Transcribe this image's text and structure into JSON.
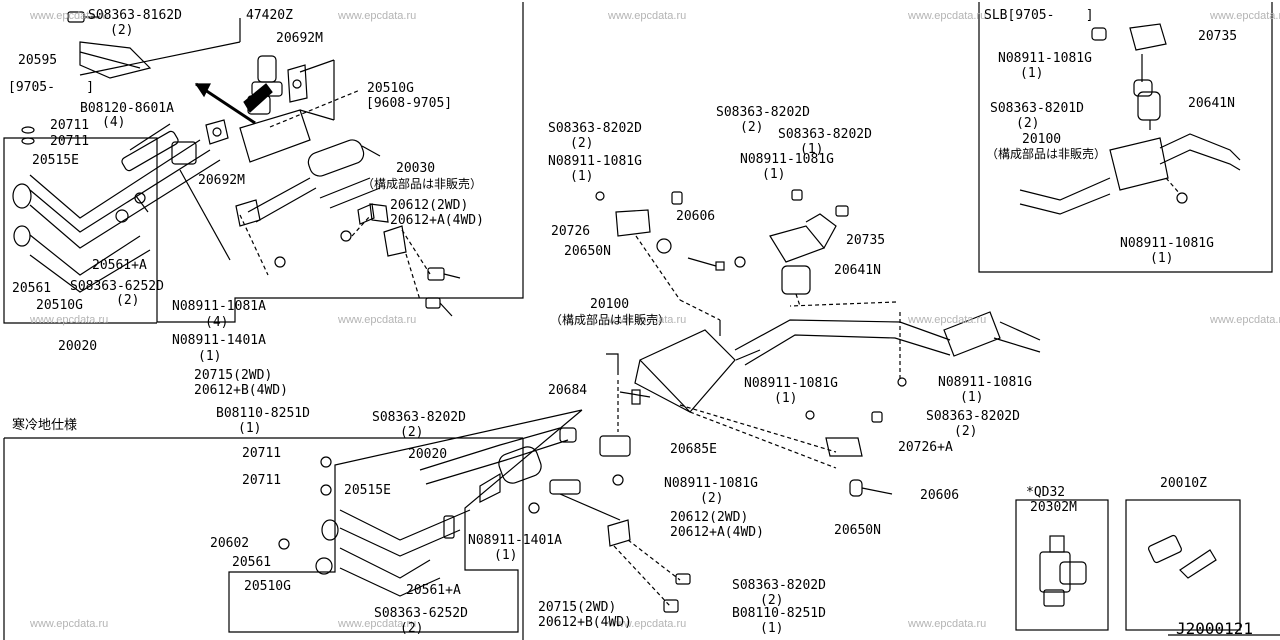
{
  "watermark": "www.epcdata.ru",
  "diagram_code": "J2000121",
  "region_notes": {
    "cold": "寒冷地仕様",
    "sl": "SLB[9705-    ]",
    "qd": "*QD32",
    "range_a": "[9705-    ]",
    "range_b": "[9608-9705]",
    "not_sold_1": "（構成部品は非販売）",
    "not_sold_2": "（構成部品は非販売）",
    "not_sold_3": "（構成部品は非販売）"
  },
  "labels": {
    "s_08363_8162D": "S08363-8162D",
    "qty_2a": "(2)",
    "p_47420Z": "47420Z",
    "p_20595": "20595",
    "p_20692M_a": "20692M",
    "p_20510G_top": "20510G",
    "b_08120_8601A": "B08120-8601A",
    "qty_4a": "(4)",
    "p_20711_a": "20711",
    "p_20711_b": "20711",
    "p_20515E_a": "20515E",
    "p_20692M_b": "20692M",
    "p_20030": "20030",
    "p_20612_2wd_a": "20612(2WD)",
    "p_20612A_4wd_a": "20612+A(4WD)",
    "p_20561_plus_a": "20561+A",
    "p_20561_a": "20561",
    "s_08363_6252D_a": "S08363-6252D",
    "p_20510G_a": "20510G",
    "qty_2b": "(2)",
    "n_08911_1081A": "N08911-1081A",
    "qty_4b": "(4)",
    "p_20020_a": "20020",
    "n_08911_1401A_a": "N08911-1401A",
    "qty_1a": "(1)",
    "p_20715_2wd_a": "20715(2WD)",
    "p_20612B_4wd_a": "20612+B(4WD)",
    "b_08110_8251D_a": "B08110-8251D",
    "qty_1b": "(1)",
    "s_08363_8202D_a": "S08363-8202D",
    "qty_2c": "(2)",
    "s_08363_8202D_b": "S08363-8202D",
    "qty_2d": "(2)",
    "n_08911_1081G_a": "N08911-1081G",
    "qty_1c": "(1)",
    "p_20726": "20726",
    "p_20650N_a": "20650N",
    "p_20606_a": "20606",
    "s_08363_8202D_c": "S08363-8202D",
    "qty_2e": "(2)",
    "s_08363_8202D_d": "S08363-8202D",
    "qty_1d": "(1)",
    "n_08911_1081G_b": "N08911-1081G",
    "qty_1e": "(1)",
    "p_20735_a": "20735",
    "p_20641N_a": "20641N",
    "p_20100_a": "20100",
    "p_20684": "20684",
    "n_08911_1081G_c": "N08911-1081G",
    "qty_1f": "(1)",
    "n_08911_1081G_d": "N08911-1081G",
    "qty_1g": "(1)",
    "s_08363_8202D_e": "S08363-8202D",
    "qty_2f": "(2)",
    "p_20726A": "20726+A",
    "p_20685E": "20685E",
    "n_08911_1081G_e": "N08911-1081G",
    "qty_2g": "(2)",
    "p_20606_b": "20606",
    "p_20650N_b": "20650N",
    "p_20711_c": "20711",
    "p_20711_d": "20711",
    "p_20020_b": "20020",
    "p_20515E_b": "20515E",
    "p_20602": "20602",
    "p_20561_b": "20561",
    "p_20510G_b": "20510G",
    "p_20561A_b": "20561+A",
    "s_08363_6252D_b": "S08363-6252D",
    "qty_2h": "(2)",
    "n_08911_1401A_b": "N08911-1401A",
    "qty_1h": "(1)",
    "p_20612_2wd_b": "20612(2WD)",
    "p_20612A_4wd_b": "20612+A(4WD)",
    "s_08363_8202D_f": "S08363-8202D",
    "qty_2i": "(2)",
    "b_08110_8251D_b": "B08110-8251D",
    "qty_1i": "(1)",
    "p_20715_2wd_b": "20715(2WD)",
    "p_20612B_4wd_b": "20612+B(4WD)",
    "p_20302M": "20302M",
    "p_20010Z": "20010Z",
    "p_20735_b": "20735",
    "n_08911_1081G_f": "N08911-1081G",
    "qty_1j": "(1)",
    "s_08363_8201D": "S08363-8201D",
    "qty_2j": "(2)",
    "p_20641N_b": "20641N",
    "p_20100_b": "20100",
    "n_08911_1081G_g": "N08911-1081G",
    "qty_1k": "(1)"
  }
}
